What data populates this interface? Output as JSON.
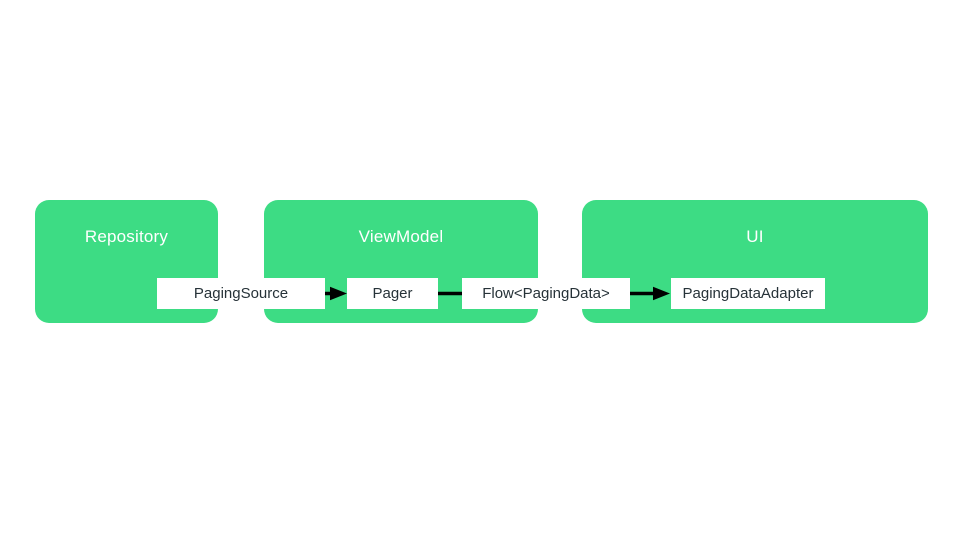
{
  "diagram": {
    "containers": [
      {
        "id": "repository",
        "label": "Repository"
      },
      {
        "id": "viewmodel",
        "label": "ViewModel"
      },
      {
        "id": "ui",
        "label": "UI"
      }
    ],
    "nodes": [
      {
        "id": "paging-source",
        "label": "PagingSource"
      },
      {
        "id": "pager",
        "label": "Pager"
      },
      {
        "id": "flow-paging-data",
        "label": "Flow<PagingData>"
      },
      {
        "id": "paging-data-adapter",
        "label": "PagingDataAdapter"
      }
    ],
    "connectors": [
      {
        "from": "PagingSource",
        "to": "Pager",
        "arrowhead": true
      },
      {
        "from": "Pager",
        "to": "Flow<PagingData>",
        "arrowhead": false
      },
      {
        "from": "Flow<PagingData>",
        "to": "PagingDataAdapter",
        "arrowhead": true
      }
    ],
    "colors": {
      "background": "#ffffff",
      "container_fill": "#3ddc84",
      "container_label": "#ffffff",
      "node_fill": "#ffffff",
      "node_label": "#263238",
      "arrow": "#000000"
    }
  }
}
